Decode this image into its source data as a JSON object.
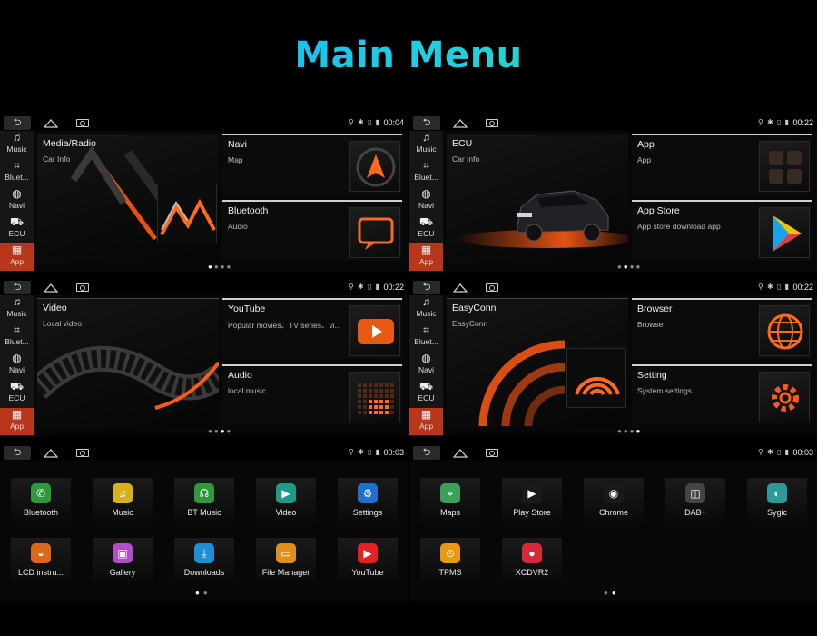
{
  "title": "Main Menu",
  "sidebar": [
    {
      "label": "Music",
      "icon": "music-note-icon"
    },
    {
      "label": "Bluet...",
      "icon": "bluetooth-icon"
    },
    {
      "label": "Navi",
      "icon": "navigation-icon"
    },
    {
      "label": "ECU",
      "icon": "car-icon"
    },
    {
      "label": "App",
      "icon": "app-grid-icon",
      "active": true
    }
  ],
  "screens": [
    {
      "time": "00:04",
      "main": {
        "title": "Media/Radio",
        "subtitle": "Car Info"
      },
      "tiles": [
        {
          "title": "Navi",
          "subtitle": "Map"
        },
        {
          "title": "Bluetooth",
          "subtitle": "Audio"
        }
      ]
    },
    {
      "time": "00:22",
      "main": {
        "title": "ECU",
        "subtitle": "Car Info"
      },
      "tiles": [
        {
          "title": "App",
          "subtitle": "App"
        },
        {
          "title": "App Store",
          "subtitle": "App store download app"
        }
      ]
    },
    {
      "time": "00:22",
      "main": {
        "title": "Video",
        "subtitle": "Local video"
      },
      "tiles": [
        {
          "title": "YouTube",
          "subtitle": "Popular movies、TV series、vi..."
        },
        {
          "title": "Audio",
          "subtitle": "local music"
        }
      ]
    },
    {
      "time": "00:22",
      "main": {
        "title": "EasyConn",
        "subtitle": "EasyConn"
      },
      "tiles": [
        {
          "title": "Browser",
          "subtitle": "Browser"
        },
        {
          "title": "Setting",
          "subtitle": "System settings"
        }
      ]
    }
  ],
  "app_screens": [
    {
      "time": "00:03",
      "apps": [
        {
          "label": "Bluetooth",
          "color": "#2e9a3c",
          "icon": "phone-icon"
        },
        {
          "label": "Music",
          "color": "#d6b21c",
          "icon": "music-note-icon"
        },
        {
          "label": "BT Music",
          "color": "#2e9a3c",
          "icon": "headphones-icon"
        },
        {
          "label": "Video",
          "color": "#1e9a8a",
          "icon": "play-icon"
        },
        {
          "label": "Settings",
          "color": "#1f6fd1",
          "icon": "gear-icon"
        },
        {
          "label": "LCD instru...",
          "color": "#d86a1a",
          "icon": "gauge-icon"
        },
        {
          "label": "Gallery",
          "color": "#b04fc4",
          "icon": "image-icon"
        },
        {
          "label": "Downloads",
          "color": "#1e8fd6",
          "icon": "download-icon"
        },
        {
          "label": "File Manager",
          "color": "#e0901a",
          "icon": "folder-icon"
        },
        {
          "label": "YouTube",
          "color": "#e42222",
          "icon": "youtube-icon"
        }
      ]
    },
    {
      "time": "00:03",
      "apps": [
        {
          "label": "Maps",
          "color": "#3aa05a",
          "icon": "map-pin-icon"
        },
        {
          "label": "Play Store",
          "color": "#1a1a1a",
          "icon": "play-store-icon"
        },
        {
          "label": "Chrome",
          "color": "#1a1a1a",
          "icon": "chrome-icon"
        },
        {
          "label": "DAB+",
          "color": "#444444",
          "icon": "radio-icon"
        },
        {
          "label": "Sygic",
          "color": "#2a9a9a",
          "icon": "sygic-icon"
        },
        {
          "label": "TPMS",
          "color": "#e89a10",
          "icon": "tire-pressure-icon"
        },
        {
          "label": "XCDVR2",
          "color": "#d42a3a",
          "icon": "camera-icon"
        }
      ]
    }
  ],
  "colors": {
    "accent": "#b8361a",
    "orange": "#ff6a1a",
    "title_start": "#19a9ff",
    "title_end": "#4be08a"
  }
}
